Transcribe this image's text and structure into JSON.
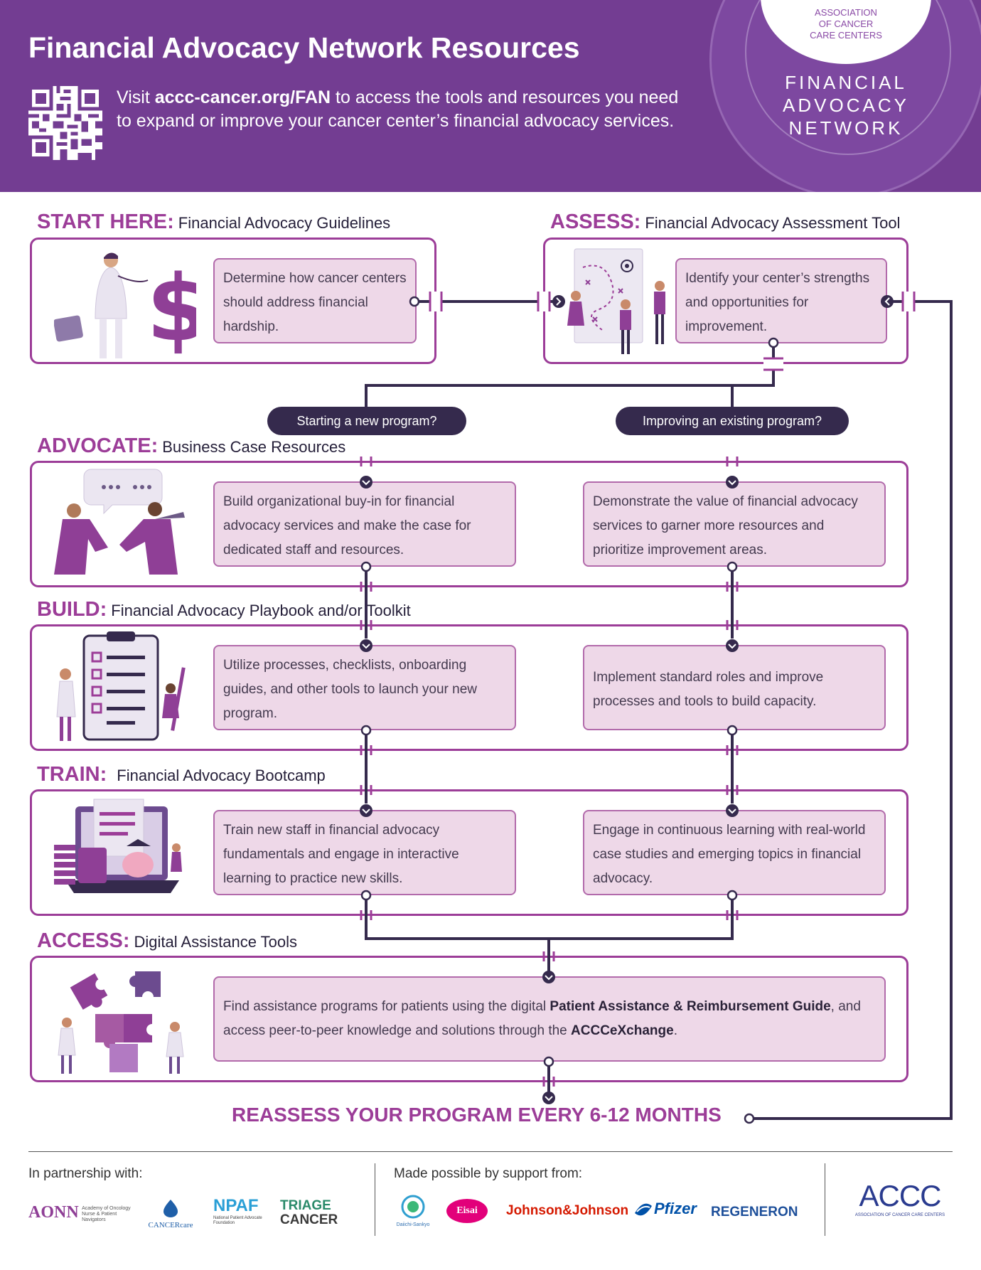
{
  "header": {
    "title": "Financial Advocacy Network Resources",
    "intro_prefix": "Visit ",
    "url": "accc-cancer.org/FAN",
    "intro_suffix": " to access the tools and resources you need to expand or improve your cancer center’s financial advocacy services.",
    "association_name": "ASSOCIATION\nOF CANCER\nCARE CENTERS",
    "network_name": "FINANCIAL\nADVOCACY\nNETWORK"
  },
  "sections": {
    "start": {
      "label": "START HERE:",
      "title": "Financial Advocacy Guidelines",
      "text": "Determine how cancer centers should address financial hardship."
    },
    "assess": {
      "label": "ASSESS:",
      "title": "Financial Advocacy Assessment Tool",
      "text": "Identify your center’s strengths and opportunities for improvement."
    },
    "advocate": {
      "label": "ADVOCATE:",
      "title": "Business Case Resources",
      "text_new": "Build organizational buy-in for financial advocacy services and make the case for dedicated staff and resources.",
      "text_existing": "Demonstrate the value of financial advocacy services to garner more resources and prioritize improvement areas."
    },
    "build": {
      "label": "BUILD:",
      "title": "Financial Advocacy Playbook and/or Toolkit",
      "text_new": "Utilize processes, checklists, onboarding guides, and other tools to launch your new program.",
      "text_existing": "Implement standard roles and improve processes and tools to build capacity."
    },
    "train": {
      "label": "TRAIN:",
      "title": "Financial Advocacy Bootcamp",
      "text_new": "Train new staff in financial advocacy fundamentals and engage in interactive learning to practice new skills.",
      "text_existing": "Engage in continuous learning with real-world case studies and emerging topics in financial advocacy."
    },
    "access": {
      "label": "ACCESS:",
      "title": "Digital Assistance Tools",
      "text_1": "Find assistance programs for patients using the digital ",
      "bold_1": "Patient Assistance & Reimbursement Guide",
      "text_2": ", and access peer-to-peer knowledge and solutions through the ",
      "bold_2": "ACCCeXchange",
      "text_3": "."
    }
  },
  "branches": {
    "new": "Starting a new program?",
    "existing": "Improving an existing program?"
  },
  "reassess": "REASSESS YOUR PROGRAM EVERY 6-12 MONTHS",
  "footer": {
    "partnership_label": "In partnership with:",
    "support_label": "Made possible by support from:",
    "partners": [
      "AONN",
      "Academy of Oncology Nurse & Patient Navigators",
      "CANCERcare",
      "NPAF",
      "National Patient Advocate Foundation",
      "TRIAGE",
      "CANCER"
    ],
    "sponsors": [
      "Daiichi-Sankyo",
      "Eisai",
      "Johnson&Johnson",
      "Pfizer",
      "REGENERON"
    ],
    "accc_logo": "ACCC",
    "accc_tagline": "ASSOCIATION OF CANCER CARE CENTERS"
  },
  "colors": {
    "purple_header": "#733d92",
    "magenta": "#9c3d98",
    "box_fill": "#eed8e8",
    "dark": "#352a4d"
  }
}
